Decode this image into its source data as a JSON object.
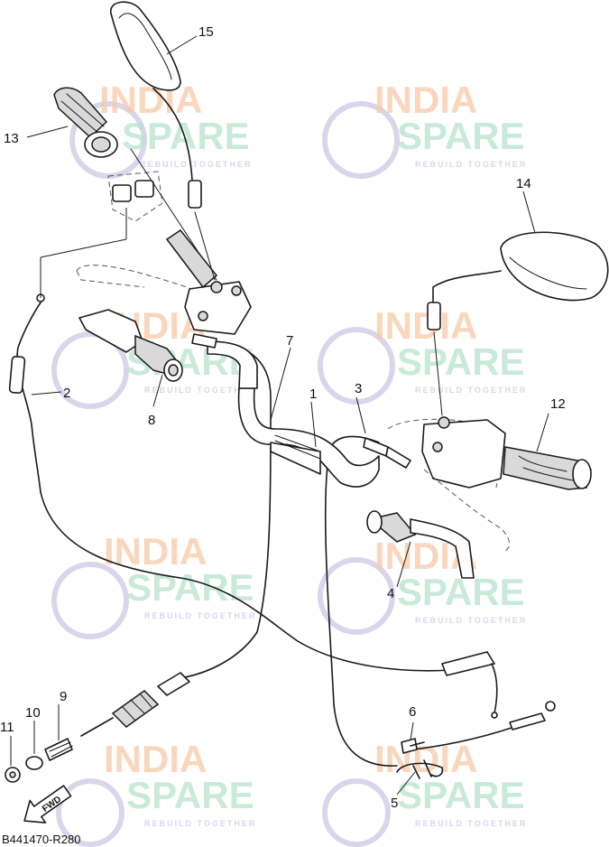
{
  "watermark": {
    "line1": "INDIA",
    "line2": "SPARE",
    "tagline": "REBUILD TOGETHER"
  },
  "callouts": {
    "c1": "1",
    "c2": "2",
    "c3": "3",
    "c4": "4",
    "c5": "5",
    "c6": "6",
    "c7": "7",
    "c8": "8",
    "c9": "9",
    "c10": "10",
    "c11": "11",
    "c12": "12",
    "c13": "13",
    "c14": "14",
    "c15": "15"
  },
  "direction_label": "FWD",
  "reference_code": "B441470-R280"
}
